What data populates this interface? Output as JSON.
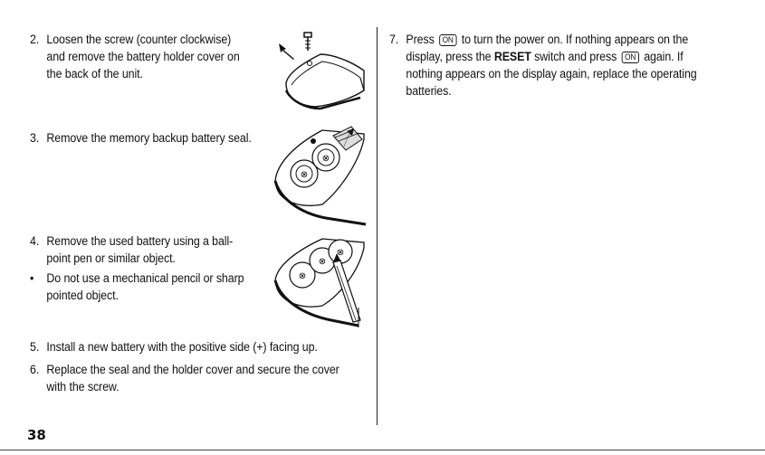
{
  "steps_left": [
    {
      "num": "2.",
      "lines": [
        "Loosen the screw (counter clockwise)",
        "and remove the battery holder cover on",
        "the back of the unit."
      ]
    },
    {
      "num": "3.",
      "lines": [
        "Remove the memory backup battery seal."
      ]
    },
    {
      "num": "4.",
      "lines": [
        "Remove the used battery using a ball-",
        "point pen or similar object."
      ]
    },
    {
      "num": "•",
      "lines": [
        "Do not use a mechanical pencil or sharp",
        "pointed object."
      ]
    },
    {
      "num": "5.",
      "lines": [
        "Install a new battery with the positive side (+) facing up."
      ]
    },
    {
      "num": "6.",
      "lines": [
        "Replace the seal and the holder cover and secure the cover",
        "with the screw."
      ]
    }
  ],
  "step7": {
    "num": "7.",
    "l1_a": "Press",
    "key_on": "ON",
    "l1_b": "to turn the power on. If nothing appears on the",
    "l2_a": "display, press the",
    "reset": "RESET",
    "l2_b": "switch and press",
    "l2_c": "again. If",
    "l3": "nothing appears on the display again, replace the operating",
    "l4": "batteries."
  },
  "page_number": "38"
}
